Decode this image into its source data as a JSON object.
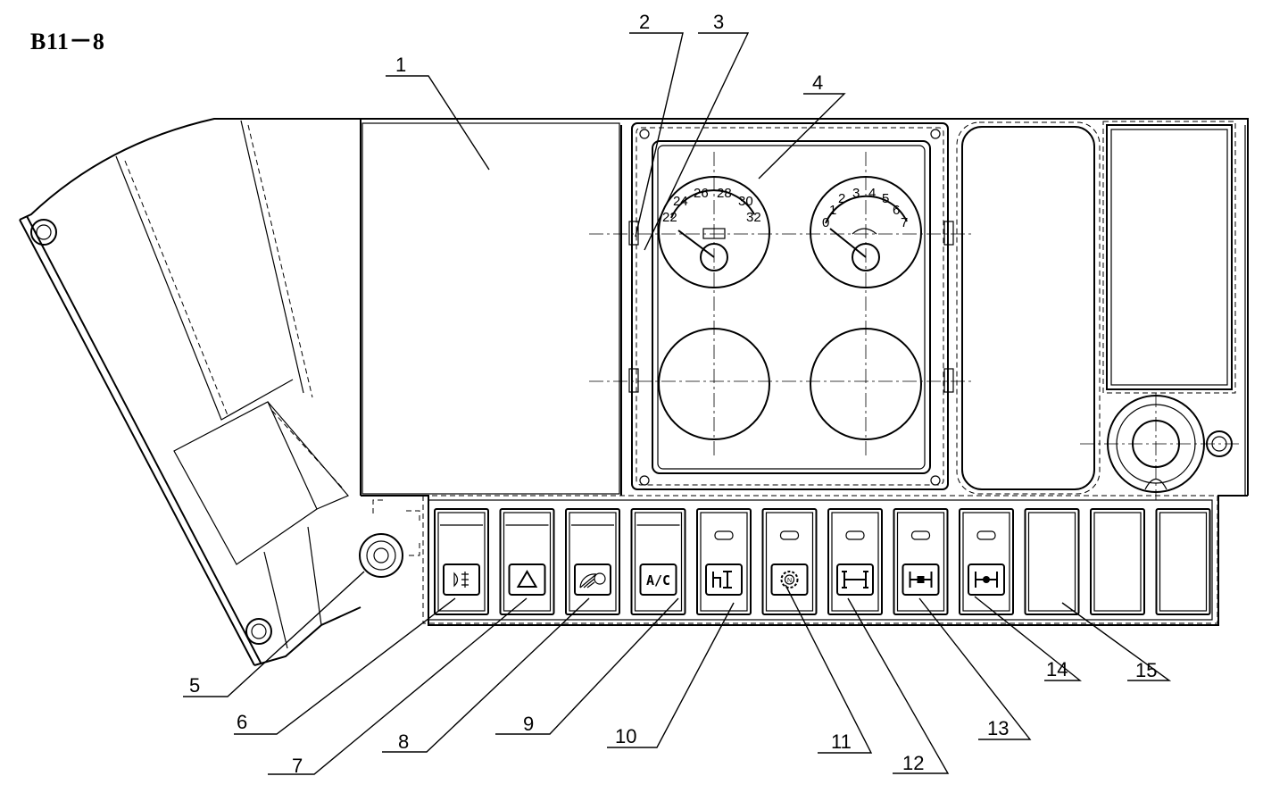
{
  "figure": {
    "title": "B11－8"
  },
  "callouts": [
    "1",
    "2",
    "3",
    "4",
    "5",
    "6",
    "7",
    "8",
    "9",
    "10",
    "11",
    "12",
    "13",
    "14",
    "15"
  ],
  "gauges": {
    "left_scale": [
      "22",
      "24",
      "26",
      "28",
      "30",
      "32"
    ],
    "right_scale": [
      "0",
      "1",
      "2",
      "3",
      "4",
      "5",
      "6",
      "7"
    ]
  },
  "switches": [
    {
      "symbol": "fog-lamp-icon"
    },
    {
      "symbol": "hazard-warning-icon"
    },
    {
      "symbol": "wiper-icon"
    },
    {
      "symbol": "ac-text",
      "text": "A/C"
    },
    {
      "symbol": "differential-lock-icon"
    },
    {
      "symbol": "neutral-gear-icon"
    },
    {
      "symbol": "axle-lock-icon"
    },
    {
      "symbol": "inter-axle-lock-icon"
    },
    {
      "symbol": "rear-axle-lock-icon"
    },
    {
      "symbol": "blank-switch"
    },
    {
      "symbol": "blank-switch"
    },
    {
      "symbol": "blank-switch"
    }
  ]
}
